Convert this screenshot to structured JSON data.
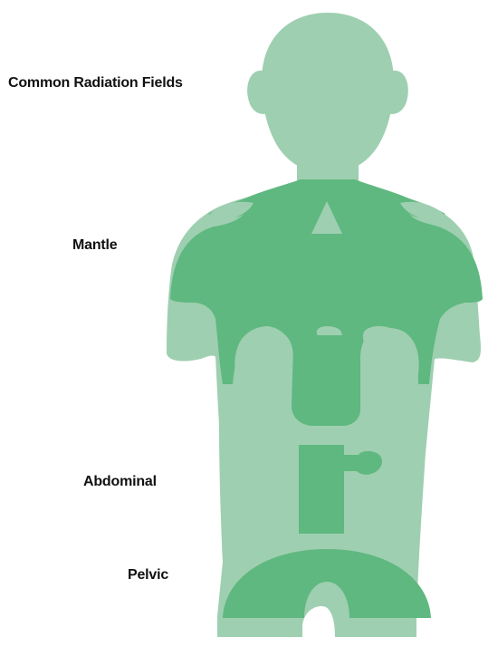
{
  "diagram": {
    "title": "Common Radiation Fields",
    "fields": {
      "mantle": "Mantle",
      "abdominal": "Abdominal",
      "pelvic": "Pelvic"
    }
  },
  "colors": {
    "body": "#9ecfb0",
    "field": "#5fb87f",
    "background": "#ffffff",
    "text": "#111111"
  }
}
